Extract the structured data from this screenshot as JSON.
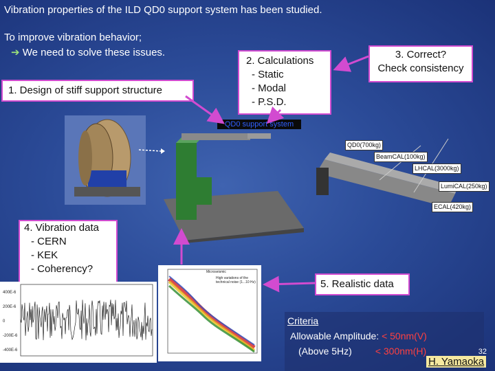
{
  "title": "Vibration properties of the ILD QD0 support system has been studied.",
  "intro": {
    "line1": "To improve vibration behavior;",
    "arrow_glyph": "➔",
    "line2": "We need to solve these issues."
  },
  "item1": "1. Design of stiff support structure",
  "item2": {
    "title": "2. Calculations",
    "lines": [
      "- Static",
      "- Modal",
      "- P.S.D."
    ]
  },
  "item3": {
    "line1": "3. Correct?",
    "line2": "Check consistency"
  },
  "item4": {
    "title": "4. Vibration data",
    "lines": [
      "- CERN",
      "- KEK",
      "- Coherency?"
    ]
  },
  "item5": "5. Realistic data",
  "support_label": "QD0 support system",
  "components": {
    "qd0": "QD0(700kg)",
    "beamcal": "BeamCAL(100kg)",
    "lhcal": "LHCAL(3000kg)",
    "lumical": "LumiCAL(250kg)",
    "ecal": "ECAL(420kg)"
  },
  "time_plot": {
    "ticks": [
      "400E-6",
      "200E-6",
      "0",
      "-200E-6",
      "-400E-6"
    ]
  },
  "psd_plot": {
    "annotation1": "Microseismic",
    "annotation2": "High variations of the technical noise (1...10 Hz)"
  },
  "criteria": {
    "head": "Criteria",
    "line1_label": "Allowable Amplitude: ",
    "line1_value": "< 50nm(V)",
    "line2_label": "(Above 5Hz)",
    "line2_value": "< 300nm(H)"
  },
  "page_number": "32",
  "author": "H. Yamaoka",
  "colors": {
    "accent_box": "#d24bd0",
    "arrow_green": "#9be27a",
    "red_text": "#ff4040",
    "support_green": "#2e7d32"
  }
}
